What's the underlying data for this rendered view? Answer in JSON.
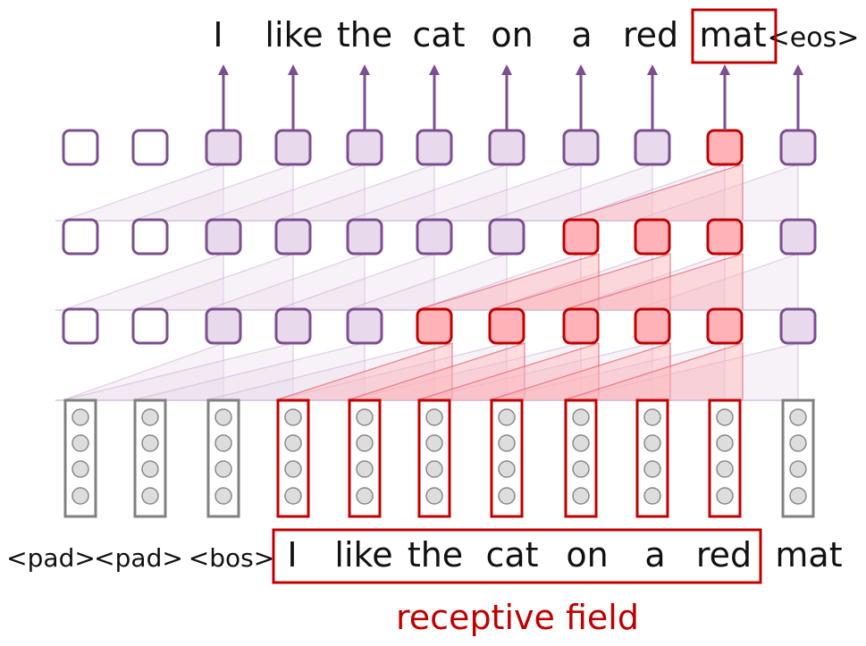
{
  "output_tokens": [
    "I",
    "like",
    "the",
    "cat",
    "on",
    "a",
    "red",
    "mat",
    "<eos>"
  ],
  "input_tokens": [
    "<pad>",
    "<pad>",
    "<bos>",
    "I",
    "like",
    "the",
    "cat",
    "on",
    "a",
    "red",
    "mat"
  ],
  "receptive_field_label": "receptive field",
  "highlighted_output": "mat",
  "colors": {
    "purple": "#7b4f8f",
    "purple_fill": "#e8d9ec",
    "red": "#c00000",
    "red_fill": "#ffb3b8",
    "gray": "#808080",
    "gray_fill": "#ffffff",
    "circle_fill": "#dddddd"
  },
  "layers": [
    {
      "name": "layer-3",
      "states": [
        "empty",
        "empty",
        "filled",
        "filled",
        "filled",
        "filled",
        "filled",
        "filled",
        "filled",
        "red",
        "filled"
      ]
    },
    {
      "name": "layer-2",
      "states": [
        "empty",
        "empty",
        "filled",
        "filled",
        "filled",
        "filled",
        "filled",
        "red",
        "red",
        "red",
        "filled"
      ]
    },
    {
      "name": "layer-1",
      "states": [
        "empty",
        "empty",
        "filled",
        "filled",
        "filled",
        "red",
        "red",
        "red",
        "red",
        "red",
        "filled"
      ]
    }
  ],
  "embedding_states": [
    "gray",
    "gray",
    "gray",
    "red",
    "red",
    "red",
    "red",
    "red",
    "red",
    "red",
    "gray"
  ]
}
